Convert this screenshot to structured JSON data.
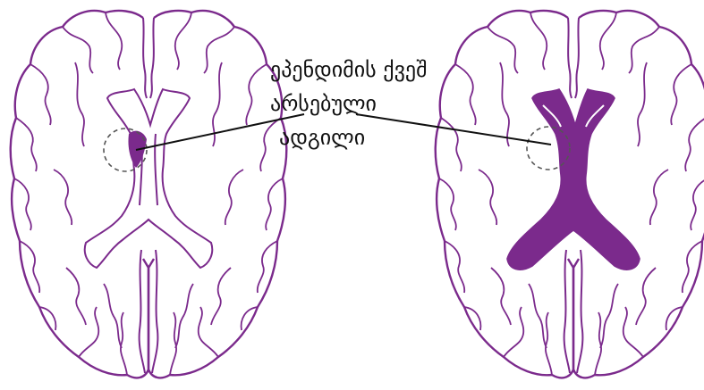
{
  "annotation": {
    "lines": [
      "ეპენდიმის ქვეშ",
      "არსებული",
      "ადგილი"
    ]
  },
  "colors": {
    "brain_outline": "#7b2a8c",
    "ventricle_fill": "#7b2a8c",
    "leader_line": "#111111",
    "background": "#ffffff"
  },
  "diagrams": [
    {
      "name": "brain-left",
      "ventricle_state": "normal"
    },
    {
      "name": "brain-right",
      "ventricle_state": "enlarged"
    }
  ]
}
